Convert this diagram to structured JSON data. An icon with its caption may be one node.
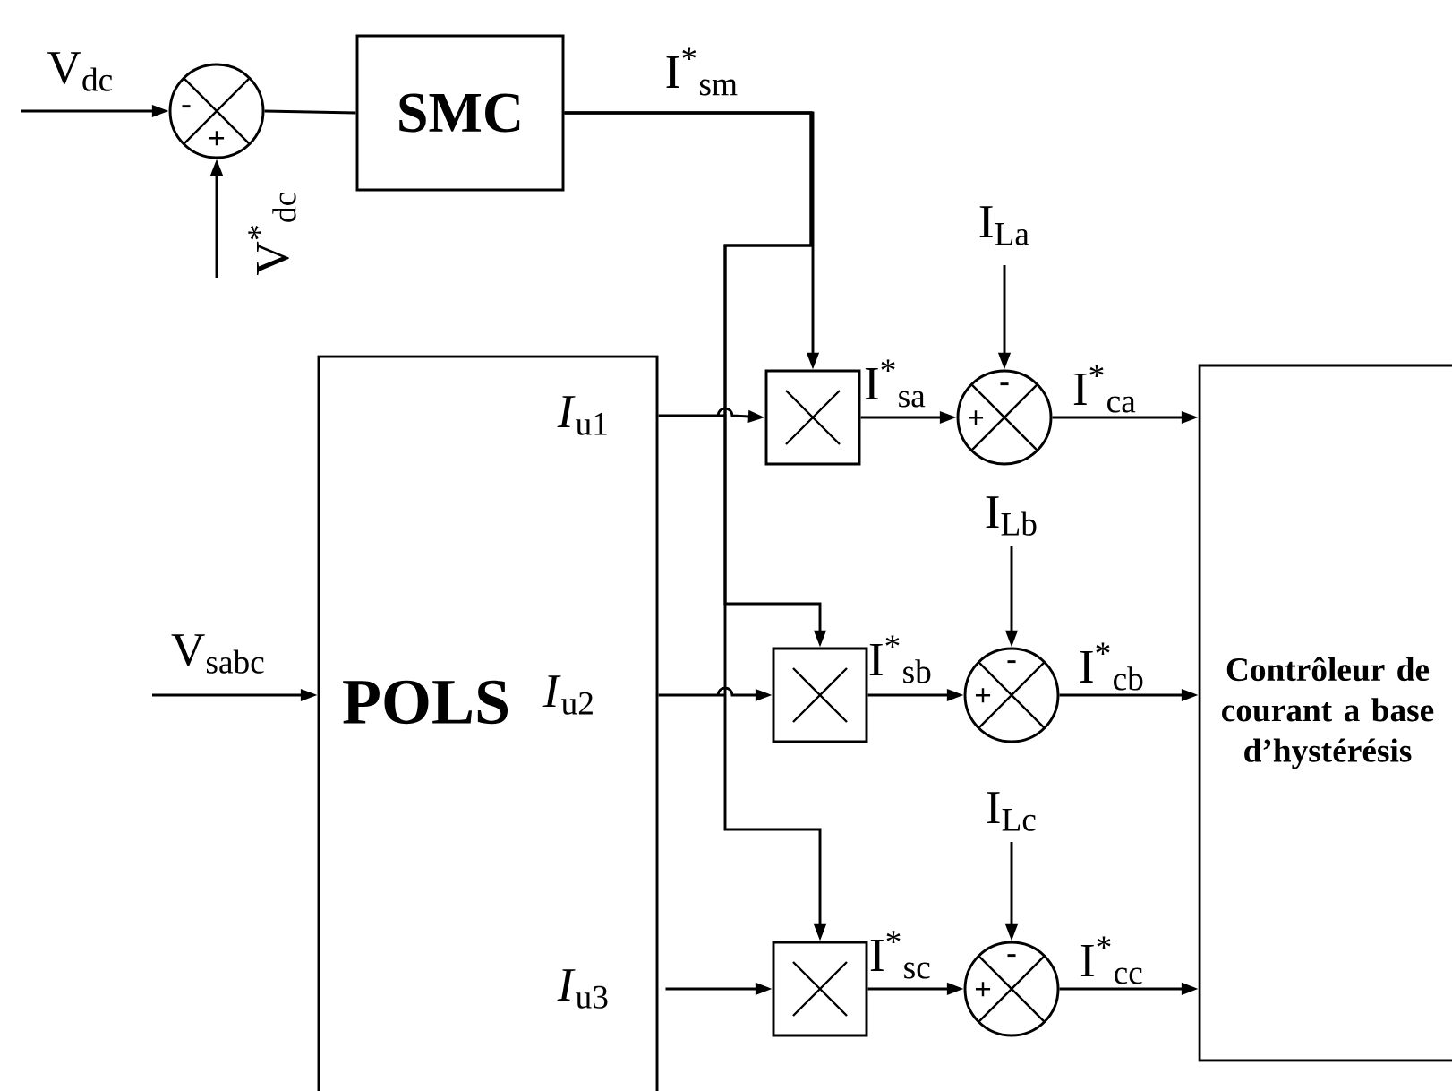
{
  "diagram": {
    "nodes": [
      {
        "text": [
          "-",
          "+"
        ]
      },
      {
        "text": [
          "SMC"
        ]
      },
      {
        "text": [
          "POLS",
          "*I*$_{u1}$",
          "*I*$_{u2}$",
          "*I*$_{u3}$"
        ]
      },
      {
        "text": [],
        "shape": "box"
      },
      {
        "text": [],
        "shape": "box"
      },
      {
        "text": [],
        "shape": "box"
      },
      {
        "text": [
          "-",
          "+"
        ]
      },
      {
        "text": [
          "-",
          "+"
        ]
      },
      {
        "text": [
          "-",
          "+"
        ]
      },
      {
        "text": [
          "Contrôleur de courant a base d’hystérésis"
        ]
      }
    ],
    "edges": [
      {
        "from": null,
        "to": 0,
        "arrow": "to",
        "label": "V$_{dc}$"
      },
      {
        "from": null,
        "to": 0,
        "arrow": "to",
        "label": "V$^{*}$$_{dc}$"
      },
      {
        "from": 0,
        "to": 1,
        "arrow": "none"
      },
      {
        "from": 1,
        "to": 3,
        "arrow": "to",
        "label": "I$^{*}$$_{sm}$"
      },
      {
        "from": 1,
        "to": 4,
        "arrow": "to"
      },
      {
        "from": 1,
        "to": 5,
        "arrow": "to"
      },
      {
        "from": null,
        "to": 2,
        "arrow": "to",
        "label": "V$_{sabc}$"
      },
      {
        "from": 2,
        "to": 3,
        "arrow": "to"
      },
      {
        "from": 2,
        "to": 4,
        "arrow": "to"
      },
      {
        "from": 2,
        "to": 5,
        "arrow": "to"
      },
      {
        "from": 3,
        "to": 6,
        "arrow": "to",
        "label": "I$^{*}$$_{sa}$"
      },
      {
        "from": 4,
        "to": 7,
        "arrow": "to",
        "label": "I$^{*}$$_{sb}$"
      },
      {
        "from": 5,
        "to": 8,
        "arrow": "to",
        "label": "I$^{*}$$_{sc}$"
      },
      {
        "from": null,
        "to": 6,
        "arrow": "to",
        "label": "I$_{La}$"
      },
      {
        "from": null,
        "to": 7,
        "arrow": "to",
        "label": "I$_{Lb}$"
      },
      {
        "from": null,
        "to": 8,
        "arrow": "to",
        "label": "I$_{Lc}$"
      },
      {
        "from": 6,
        "to": 9,
        "arrow": "to",
        "label": "I$^{*}$$_{ca}$"
      },
      {
        "from": 7,
        "to": 9,
        "arrow": "to",
        "label": "I$^{*}$$_{cb}$"
      },
      {
        "from": 8,
        "to": 9,
        "arrow": "to",
        "label": "I$^{*}$$_{cc}$"
      }
    ]
  }
}
